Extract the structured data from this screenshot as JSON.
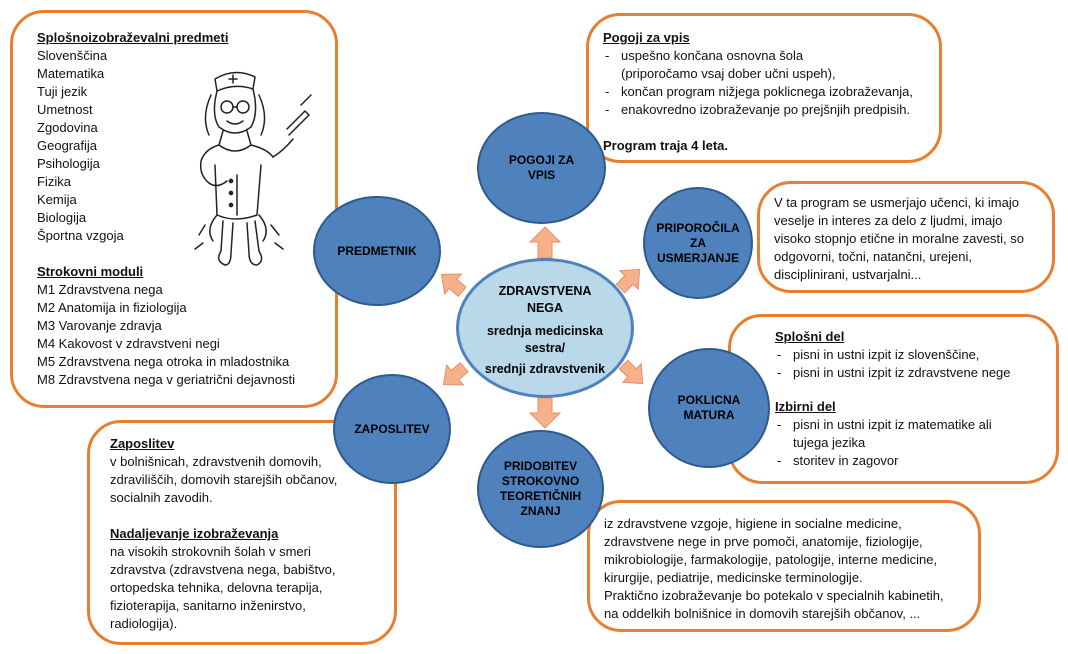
{
  "center": {
    "line1": "ZDRAVSTVENA",
    "line2": "NEGA",
    "line3": "srednja medicinska",
    "line4": "sestra/",
    "line5": "srednji zdravstvenik"
  },
  "circles": {
    "pogoji": [
      "POGOJI ZA",
      "VPIS"
    ],
    "priporocila": [
      "PRIPOROČILA",
      "ZA",
      "USMERJANJE"
    ],
    "matura": [
      "POKLICNA",
      "MATURA"
    ],
    "pridobitev": [
      "PRIDOBITEV",
      "STROKOVNO",
      "TEORETIČNIH",
      "ZNANJ"
    ],
    "zaposlitev": "ZAPOSLITEV",
    "predmetnik": "PREDMETNIK"
  },
  "predmetnik_box": {
    "heading1": "Splošnoizobraževalni predmeti",
    "subjects": [
      "Slovenščina",
      "Matematika",
      "Tuji jezik",
      "Umetnost",
      "Zgodovina",
      "Geografija",
      "Psihologija",
      "Fizika",
      "Kemija",
      "Biologija",
      "Športna vzgoja"
    ],
    "heading2": "Strokovni moduli",
    "modules": [
      "M1 Zdravstvena nega",
      "M2 Anatomija in fiziologija",
      "M3 Varovanje zdravja",
      "M4 Kakovost v zdravstveni negi",
      "M5 Zdravstvena nega otroka in mladostnika",
      "M8 Zdravstvena nega v geriatrični dejavnosti"
    ]
  },
  "pogoji_box": {
    "heading": "Pogoji  za vpis",
    "items": [
      "uspešno končana osnovna šola",
      "(priporočamo vsaj dober učni uspeh),",
      "končan program nižjega poklicnega izobraževanja,",
      "enakovredno izobraževanje po prejšnjih predpisih."
    ],
    "note": "Program traja 4 leta."
  },
  "priporocila_box": {
    "lines": [
      "V ta program  se usmerjajo učenci, ki imajo",
      "veselje in interes za  delo z ljudmi, imajo",
      "visoko stopnjo etične in moralne zavesti, so",
      "odgovorni, točni, natančni, urejeni,",
      "disciplinirani, ustvarjalni..."
    ]
  },
  "matura_box": {
    "heading1": "Splošni del",
    "items1": [
      "pisni in ustni izpit iz slovenščine,",
      "pisni in ustni izpit iz zdravstvene nege"
    ],
    "heading2": "Izbirni del",
    "items2": [
      "pisni in ustni izpit iz matematike ali",
      "tujega jezika",
      "storitev in zagovor"
    ]
  },
  "znanja_box": {
    "lines": [
      "iz zdravstvene vzgoje, higiene in socialne medicine,",
      "zdravstvene nege in prve pomoči, anatomije, fiziologije,",
      "mikrobiologije, farmakologije, patologije, interne medicine,",
      "kirurgije, pediatrije, medicinske terminologije.",
      "Praktično izobraževanje bo potekalo v specialnih kabinetih,",
      "na oddelkih bolnišnice in domovih starejših občanov, ..."
    ]
  },
  "zaposlitev_box": {
    "heading1": "Zaposlitev",
    "lines1": [
      "v bolnišnicah, zdravstvenih domovih,",
      "zdraviliščih, domovih starejših občanov,",
      "socialnih zavodih."
    ],
    "heading2": "Nadaljevanje izobraževanja",
    "lines2": [
      "na visokih strokovnih šolah v smeri",
      "zdravstva (zdravstvena nega, babištvo,",
      "ortopedska tehnika, delovna terapija,",
      "fizioterapija, sanitarno inženirstvo,",
      "radiologija)."
    ]
  },
  "colors": {
    "box_border": "#e87e2f",
    "circle_fill": "#4f81bd",
    "center_fill": "#b9d8ea",
    "arrow_fill": "#f6b08a"
  },
  "icons": {
    "nurse": "nurse-illustration"
  }
}
